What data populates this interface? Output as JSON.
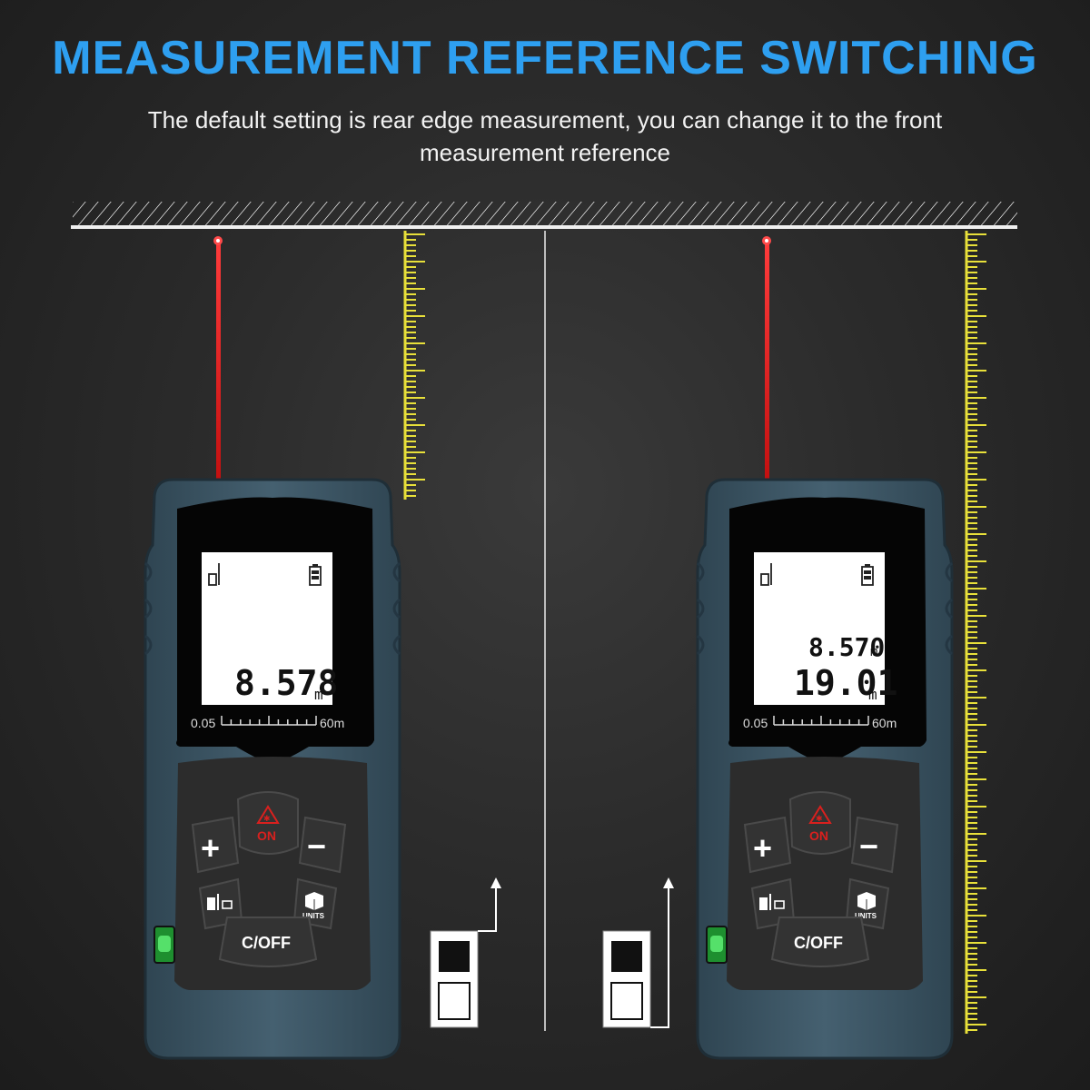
{
  "header": {
    "title": "MEASUREMENT REFERENCE SWITCHING",
    "subtitle_line1": "The default setting is rear edge measurement, you can change it to the front",
    "subtitle_line2": "measurement reference"
  },
  "colors": {
    "title": "#2e9ff0",
    "laser": "#e01818",
    "ruler": "#e8e03a",
    "device_body": "#3d5563",
    "lcd_bg": "#0a0a0a",
    "button_bg": "#2a2a2a",
    "on_red": "#d9201e",
    "bubble_green": "#35c24a"
  },
  "devices": [
    {
      "name": "rear-reference-device",
      "lcd_main_value": "8.578",
      "lcd_main_unit": "m",
      "lcd_secondary_value": "",
      "lcd_secondary_unit": "",
      "range_min": "0.05",
      "range_max": "60m",
      "reference_icon": "rear-reference-icon"
    },
    {
      "name": "front-reference-device",
      "lcd_secondary_value": "8.570",
      "lcd_secondary_unit": "m",
      "lcd_main_value": "19.01",
      "lcd_main_unit": "m",
      "range_min": "0.05",
      "range_max": "60m",
      "reference_icon": "front-reference-icon"
    }
  ],
  "buttons": {
    "on_label": "ON",
    "plus_label": "+",
    "minus_label": "−",
    "coff_label": "C/OFF",
    "units_label": "UNITS"
  },
  "icons": [
    "laser-warning-icon",
    "battery-icon",
    "reference-mode-icon",
    "units-cube-icon",
    "bubble-level-icon",
    "ceiling-hatch",
    "measuring-ruler"
  ]
}
